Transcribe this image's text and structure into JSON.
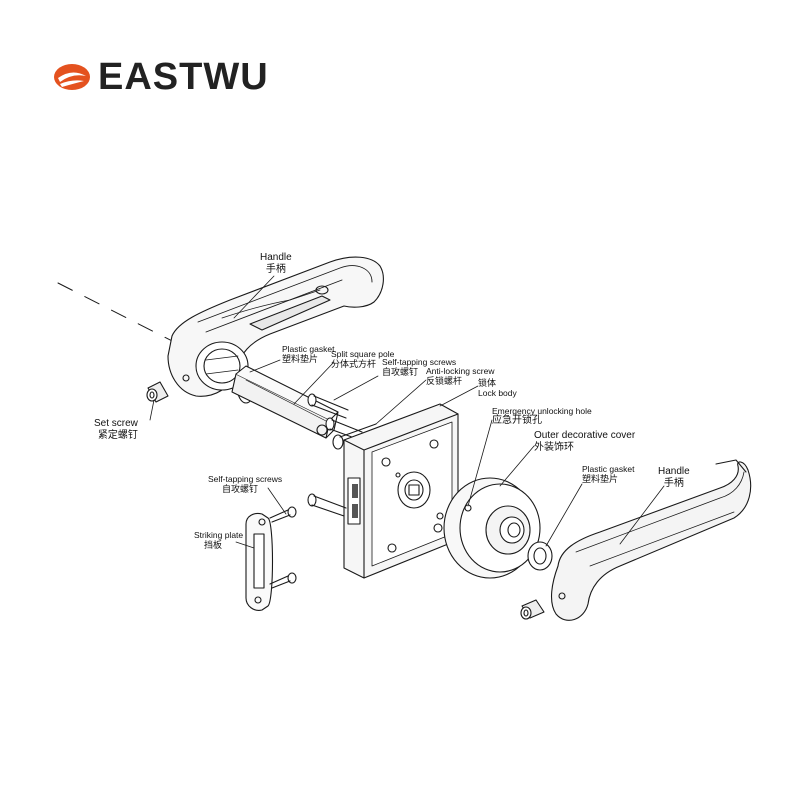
{
  "brand": {
    "name": "EASTWU",
    "accent_color": "#e4521f"
  },
  "labels": {
    "handle_left": {
      "en": "Handle",
      "cn": "手柄"
    },
    "plastic_gasket_left": {
      "en": "Plastic gasket",
      "cn": "塑料垫片"
    },
    "split_square_pole": {
      "en": "Split square pole",
      "cn": "分体式方杆"
    },
    "self_tapping_top": {
      "en": "Self-tapping screws",
      "cn": "自攻螺钉"
    },
    "anti_locking_screw": {
      "en": "Anti-locking screw",
      "cn": "反锁螺杆"
    },
    "lock_body": {
      "cn": "锁体",
      "en": "Lock body"
    },
    "set_screw": {
      "en": "Set screw",
      "cn": "紧定螺钉"
    },
    "emergency_hole": {
      "en": "Emergency unlocking hole",
      "cn": "应急开锁孔"
    },
    "outer_cover": {
      "en": "Outer decorative cover",
      "cn": "外装饰环"
    },
    "plastic_gasket_right": {
      "en": "Plastic gasket",
      "cn": "塑料垫片"
    },
    "handle_right": {
      "en": "Handle",
      "cn": "手柄"
    },
    "self_tapping_left": {
      "en": "Self-tapping screws",
      "cn": "自攻螺钉"
    },
    "striking_plate": {
      "en": "Striking plate",
      "cn": "挡板"
    }
  }
}
